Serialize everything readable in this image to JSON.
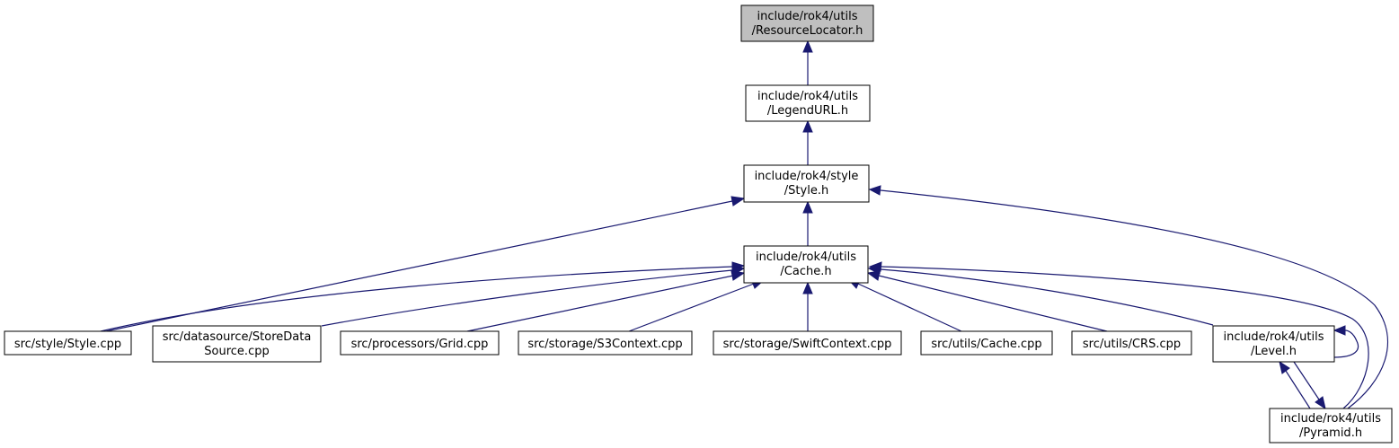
{
  "colors": {
    "edge": "#191970",
    "root_fill": "#bfbfbf",
    "node_fill": "#ffffff",
    "node_border": "#000000"
  },
  "nodes": {
    "resourcelocator": {
      "lines": [
        "include/rok4/utils",
        "/ResourceLocator.h"
      ],
      "highlighted": true
    },
    "legendurl": {
      "lines": [
        "include/rok4/utils",
        "/LegendURL.h"
      ]
    },
    "style_h": {
      "lines": [
        "include/rok4/style",
        "/Style.h"
      ]
    },
    "cache_h": {
      "lines": [
        "include/rok4/utils",
        "/Cache.h"
      ]
    },
    "style_cpp": {
      "lines": [
        "src/style/Style.cpp"
      ]
    },
    "storedatasource_cpp": {
      "lines": [
        "src/datasource/StoreData",
        "Source.cpp"
      ]
    },
    "grid_cpp": {
      "lines": [
        "src/processors/Grid.cpp"
      ]
    },
    "s3context_cpp": {
      "lines": [
        "src/storage/S3Context.cpp"
      ]
    },
    "swiftcontext_cpp": {
      "lines": [
        "src/storage/SwiftContext.cpp"
      ]
    },
    "utils_cache_cpp": {
      "lines": [
        "src/utils/Cache.cpp"
      ]
    },
    "crs_cpp": {
      "lines": [
        "src/utils/CRS.cpp"
      ]
    },
    "level_h": {
      "lines": [
        "include/rok4/utils",
        "/Level.h"
      ]
    },
    "pyramid_h": {
      "lines": [
        "include/rok4/utils",
        "/Pyramid.h"
      ]
    }
  }
}
